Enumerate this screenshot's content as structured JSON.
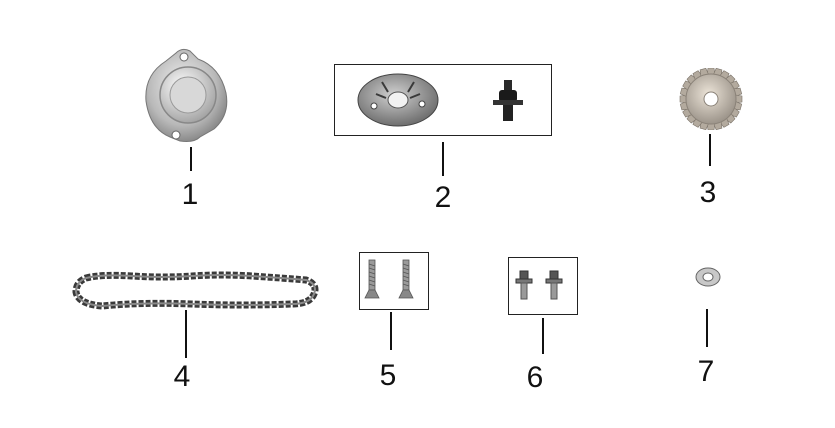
{
  "parts": [
    {
      "number": "1",
      "icon": "oil-pump-cover-icon"
    },
    {
      "number": "2",
      "icon": "oil-pump-rotor-set-icon"
    },
    {
      "number": "3",
      "icon": "oil-pump-sprocket-icon"
    },
    {
      "number": "4",
      "icon": "drive-chain-icon"
    },
    {
      "number": "5",
      "icon": "countersunk-screw-icon"
    },
    {
      "number": "6",
      "icon": "flange-bolt-icon"
    },
    {
      "number": "7",
      "icon": "washer-icon"
    }
  ]
}
